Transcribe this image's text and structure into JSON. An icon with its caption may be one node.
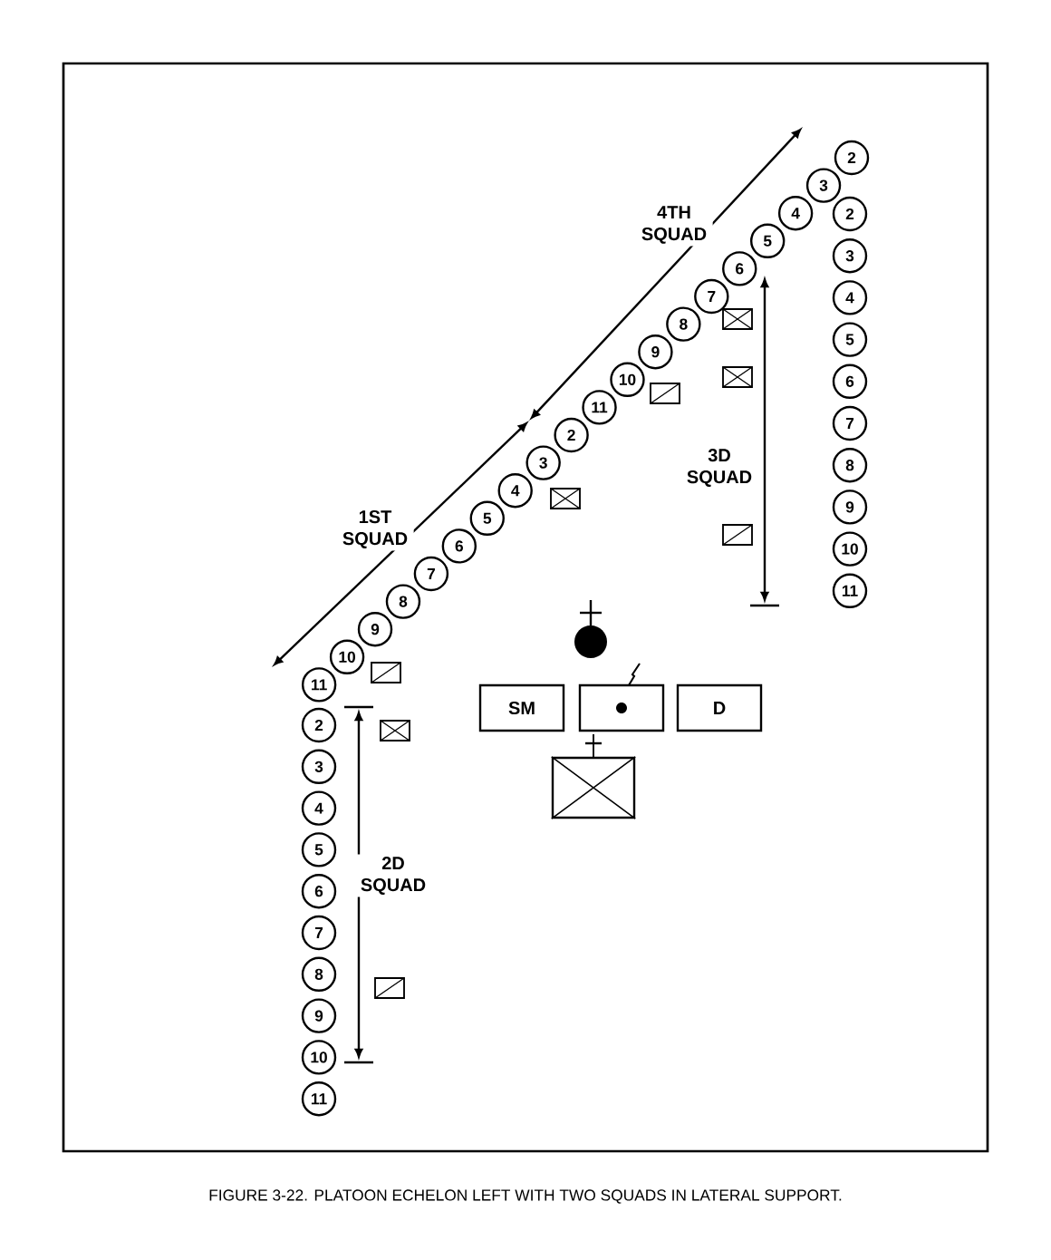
{
  "diagram": {
    "caption": "FIGURE 3-22.   PLATOON ECHELON LEFT WITH TWO SQUADS IN LATERAL SUPPORT.",
    "nodes": [
      {
        "text": [
          "2"
        ]
      },
      {
        "text": [
          "3"
        ]
      },
      {
        "text": [
          "4"
        ]
      },
      {
        "text": [
          "5"
        ]
      },
      {
        "text": [
          "6"
        ]
      },
      {
        "text": [
          "7"
        ]
      },
      {
        "text": [
          "8"
        ]
      },
      {
        "text": [
          "9"
        ]
      },
      {
        "text": [
          "10"
        ]
      },
      {
        "text": [
          "11"
        ]
      },
      {
        "text": [
          "2"
        ]
      },
      {
        "text": [
          "3"
        ]
      },
      {
        "text": [
          "4"
        ]
      },
      {
        "text": [
          "5"
        ]
      },
      {
        "text": [
          "6"
        ]
      },
      {
        "text": [
          "7"
        ]
      },
      {
        "text": [
          "8"
        ]
      },
      {
        "text": [
          "9"
        ]
      },
      {
        "text": [
          "10"
        ]
      },
      {
        "text": [
          "11"
        ]
      },
      {
        "text": [
          "2"
        ]
      },
      {
        "text": [
          "3"
        ]
      },
      {
        "text": [
          "4"
        ]
      },
      {
        "text": [
          "5"
        ]
      },
      {
        "text": [
          "6"
        ]
      },
      {
        "text": [
          "7"
        ]
      },
      {
        "text": [
          "8"
        ]
      },
      {
        "text": [
          "9"
        ]
      },
      {
        "text": [
          "10"
        ]
      },
      {
        "text": [
          "11"
        ]
      },
      {
        "text": [
          "2"
        ]
      },
      {
        "text": [
          "3"
        ]
      },
      {
        "text": [
          "4"
        ]
      },
      {
        "text": [
          "5"
        ]
      },
      {
        "text": [
          "6"
        ]
      },
      {
        "text": [
          "7"
        ]
      },
      {
        "text": [
          "8"
        ]
      },
      {
        "text": [
          "9"
        ]
      },
      {
        "text": [
          "10"
        ]
      },
      {
        "text": [
          "11"
        ]
      },
      {
        "text": [
          "SM"
        ]
      },
      {
        "text": [],
        "shape": "box"
      },
      {
        "text": [
          "D"
        ]
      },
      {
        "text": [],
        "shape": "box"
      }
    ],
    "labels": [
      "4TH SQUAD",
      "3D SQUAD",
      "1ST SQUAD",
      "2D SQUAD"
    ]
  }
}
